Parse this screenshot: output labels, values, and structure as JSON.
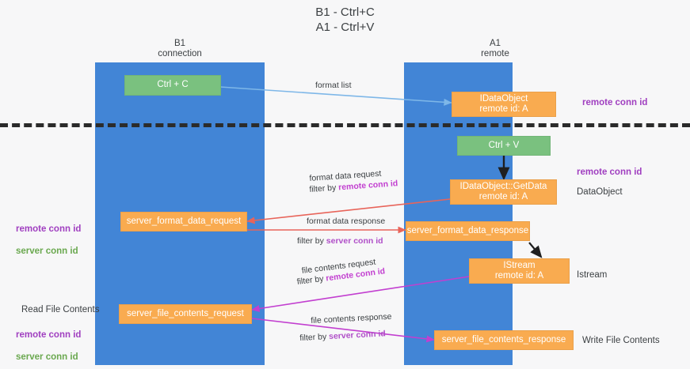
{
  "title": "B1 - Ctrl+C\nA1 - Ctrl+V",
  "lanes": [
    {
      "id": "b1",
      "header": "B1\nconnection"
    },
    {
      "id": "a1",
      "header": "A1\nremote"
    }
  ],
  "nodes": [
    {
      "id": "ctrl-c",
      "label": "Ctrl + C",
      "color": "green"
    },
    {
      "id": "idataobject",
      "label": "IDataObject\nremote id: A",
      "color": "orange"
    },
    {
      "id": "ctrl-v",
      "label": "Ctrl + V",
      "color": "green"
    },
    {
      "id": "getdata",
      "label": "IDataObject::GetData\nremote id: A",
      "color": "orange"
    },
    {
      "id": "server-format-data-request",
      "label": "server_format_data_request",
      "color": "orange"
    },
    {
      "id": "server-format-data-response",
      "label": "server_format_data_response",
      "color": "orange"
    },
    {
      "id": "istream",
      "label": "IStream\nremote id: A",
      "color": "orange"
    },
    {
      "id": "server-file-contents-request",
      "label": "server_file_contents_request",
      "color": "orange"
    },
    {
      "id": "server-file-contents-response",
      "label": "server_file_contents_response",
      "color": "orange"
    }
  ],
  "edge_labels": {
    "format_list": "format list",
    "format_data_request": "format data request",
    "format_data_request_filter_prefix": "filter by ",
    "format_data_request_filter_key": "remote conn id",
    "format_data_response": "format data response",
    "format_data_response_filter_prefix": "filter by ",
    "format_data_response_filter_key": "server conn id",
    "file_contents_request": "file contents request",
    "file_contents_request_filter_prefix": "filter by ",
    "file_contents_request_filter_key": "remote conn id",
    "file_contents_response": "file contents response",
    "file_contents_response_filter_prefix": "filter by ",
    "file_contents_response_filter_key": "server conn id"
  },
  "right_labels": {
    "remote_conn_id_top": "remote conn id",
    "remote_conn_id_mid": "remote conn id",
    "dataobject": "DataObject",
    "istream": "Istream",
    "write_file_contents": "Write File Contents"
  },
  "left_labels": {
    "remote_conn_id": "remote conn id",
    "server_conn_id": "server conn id",
    "read_file_contents": "Read File Contents",
    "remote_conn_id_2": "remote conn id",
    "server_conn_id_2": "server conn id"
  },
  "colors": {
    "lane": "#4285d6",
    "green_node": "#7ac17f",
    "orange_node": "#f9ab50",
    "purple": "#a03fc0",
    "green_text": "#6aa84f",
    "magenta": "#c23fd0",
    "red_arrow": "#e8645a",
    "blue_arrow": "#7eb7e8",
    "black_arrow": "#1f1f1f",
    "background": "#f7f7f8"
  }
}
